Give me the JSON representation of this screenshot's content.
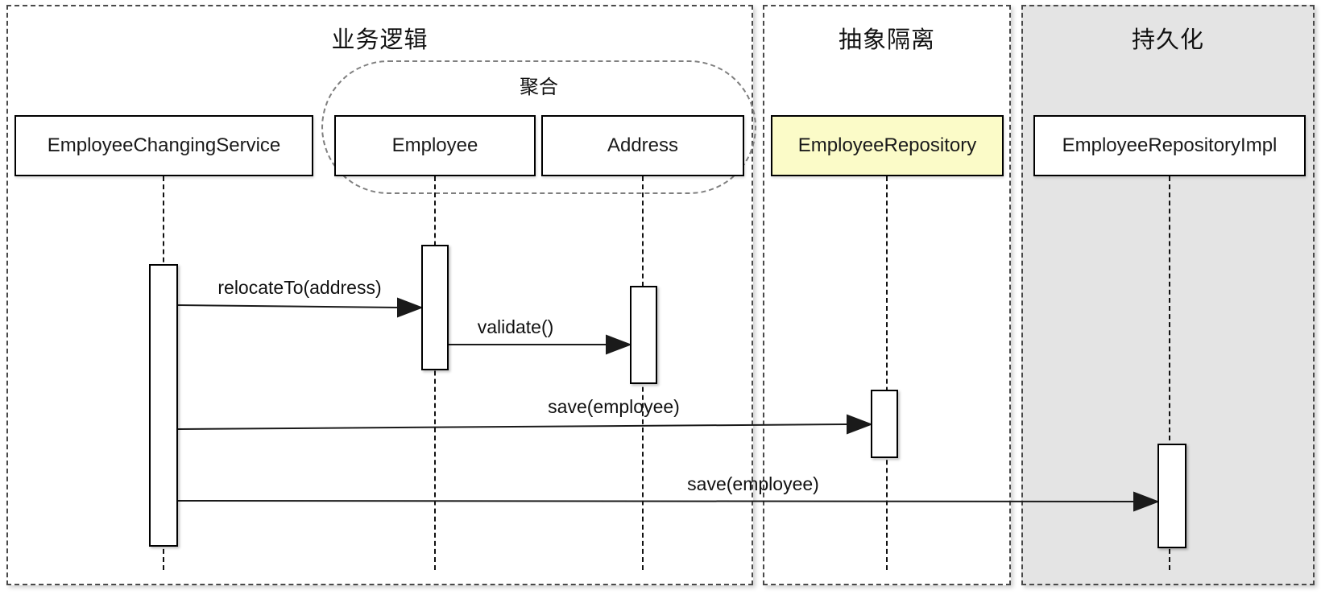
{
  "diagram": {
    "type": "uml-sequence-diagram",
    "lanes": [
      {
        "id": "business-logic",
        "title": "业务逻辑",
        "bg": "#FFFFFF"
      },
      {
        "id": "abstraction-isolation",
        "title": "抽象隔离",
        "bg": "#FFFFFF"
      },
      {
        "id": "persistence",
        "title": "持久化",
        "bg": "#E4E4E4"
      }
    ],
    "aggregate": {
      "label": "聚合"
    },
    "participants": [
      {
        "id": "employee-changing-service",
        "label": "EmployeeChangingService",
        "lane": "business-logic"
      },
      {
        "id": "employee",
        "label": "Employee",
        "lane": "business-logic",
        "group": "聚合"
      },
      {
        "id": "address",
        "label": "Address",
        "lane": "business-logic",
        "group": "聚合"
      },
      {
        "id": "employee-repository",
        "label": "EmployeeRepository",
        "lane": "abstraction-isolation",
        "highlighted": true
      },
      {
        "id": "employee-repository-impl",
        "label": "EmployeeRepositoryImpl",
        "lane": "persistence"
      }
    ],
    "messages": [
      {
        "label": "relocateTo(address)",
        "from": "employee-changing-service",
        "to": "employee"
      },
      {
        "label": "validate()",
        "from": "employee",
        "to": "address"
      },
      {
        "label": "save(employee)",
        "from": "employee-changing-service",
        "to": "employee-repository"
      },
      {
        "label": "save(employee)",
        "from": "employee-changing-service",
        "to": "employee-repository-impl"
      }
    ],
    "colors": {
      "repository_highlight": "#FBFBC8",
      "persistence_lane_bg": "#E4E4E4",
      "lane_border": "#4A4A4A",
      "aggregate_border": "#7F7F7F",
      "line_color": "#1A1A1A"
    }
  }
}
